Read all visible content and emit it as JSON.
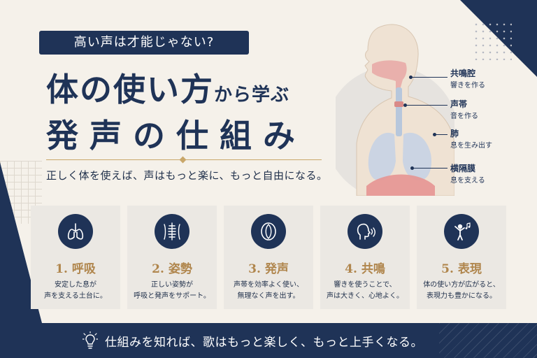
{
  "header": {
    "pill": "高い声は才能じゃない?",
    "title_main": "体の使い方",
    "title_sub": "から学ぶ",
    "title_second": "発声の仕組み",
    "subtitle": "正しく体を使えば、声はもっと楽に、もっと自由になる。"
  },
  "anatomy_labels": [
    {
      "title": "共鳴腔",
      "desc": "響きを作る"
    },
    {
      "title": "声帯",
      "desc": "音を作る"
    },
    {
      "title": "肺",
      "desc": "息を生み出す"
    },
    {
      "title": "横隔膜",
      "desc": "息を支える"
    }
  ],
  "cards": [
    {
      "title": "1. 呼吸",
      "line1": "安定した息が",
      "line2": "声を支える土台に。",
      "icon": "lungs-icon"
    },
    {
      "title": "2. 姿勢",
      "line1": "正しい姿勢が",
      "line2": "呼吸と発声をサポート。",
      "icon": "spine-icon"
    },
    {
      "title": "3. 発声",
      "line1": "声帯を効率よく使い、",
      "line2": "無理なく声を出す。",
      "icon": "vocal-cords-icon"
    },
    {
      "title": "4. 共鳴",
      "line1": "響きを使うことで、",
      "line2": "声は大きく、心地よく。",
      "icon": "speaking-head-icon"
    },
    {
      "title": "5. 表現",
      "line1": "体の使い方が広がると、",
      "line2": "表現力も豊かになる。",
      "icon": "singer-icon"
    }
  ],
  "footer": {
    "text": "仕組みを知れば、歌はもっと楽しく、もっと上手くなる。",
    "icon": "lightbulb-icon"
  },
  "colors": {
    "navy": "#1f3357",
    "gold": "#b0864d",
    "background": "#f5f1ea",
    "card": "#ebe8e3"
  }
}
